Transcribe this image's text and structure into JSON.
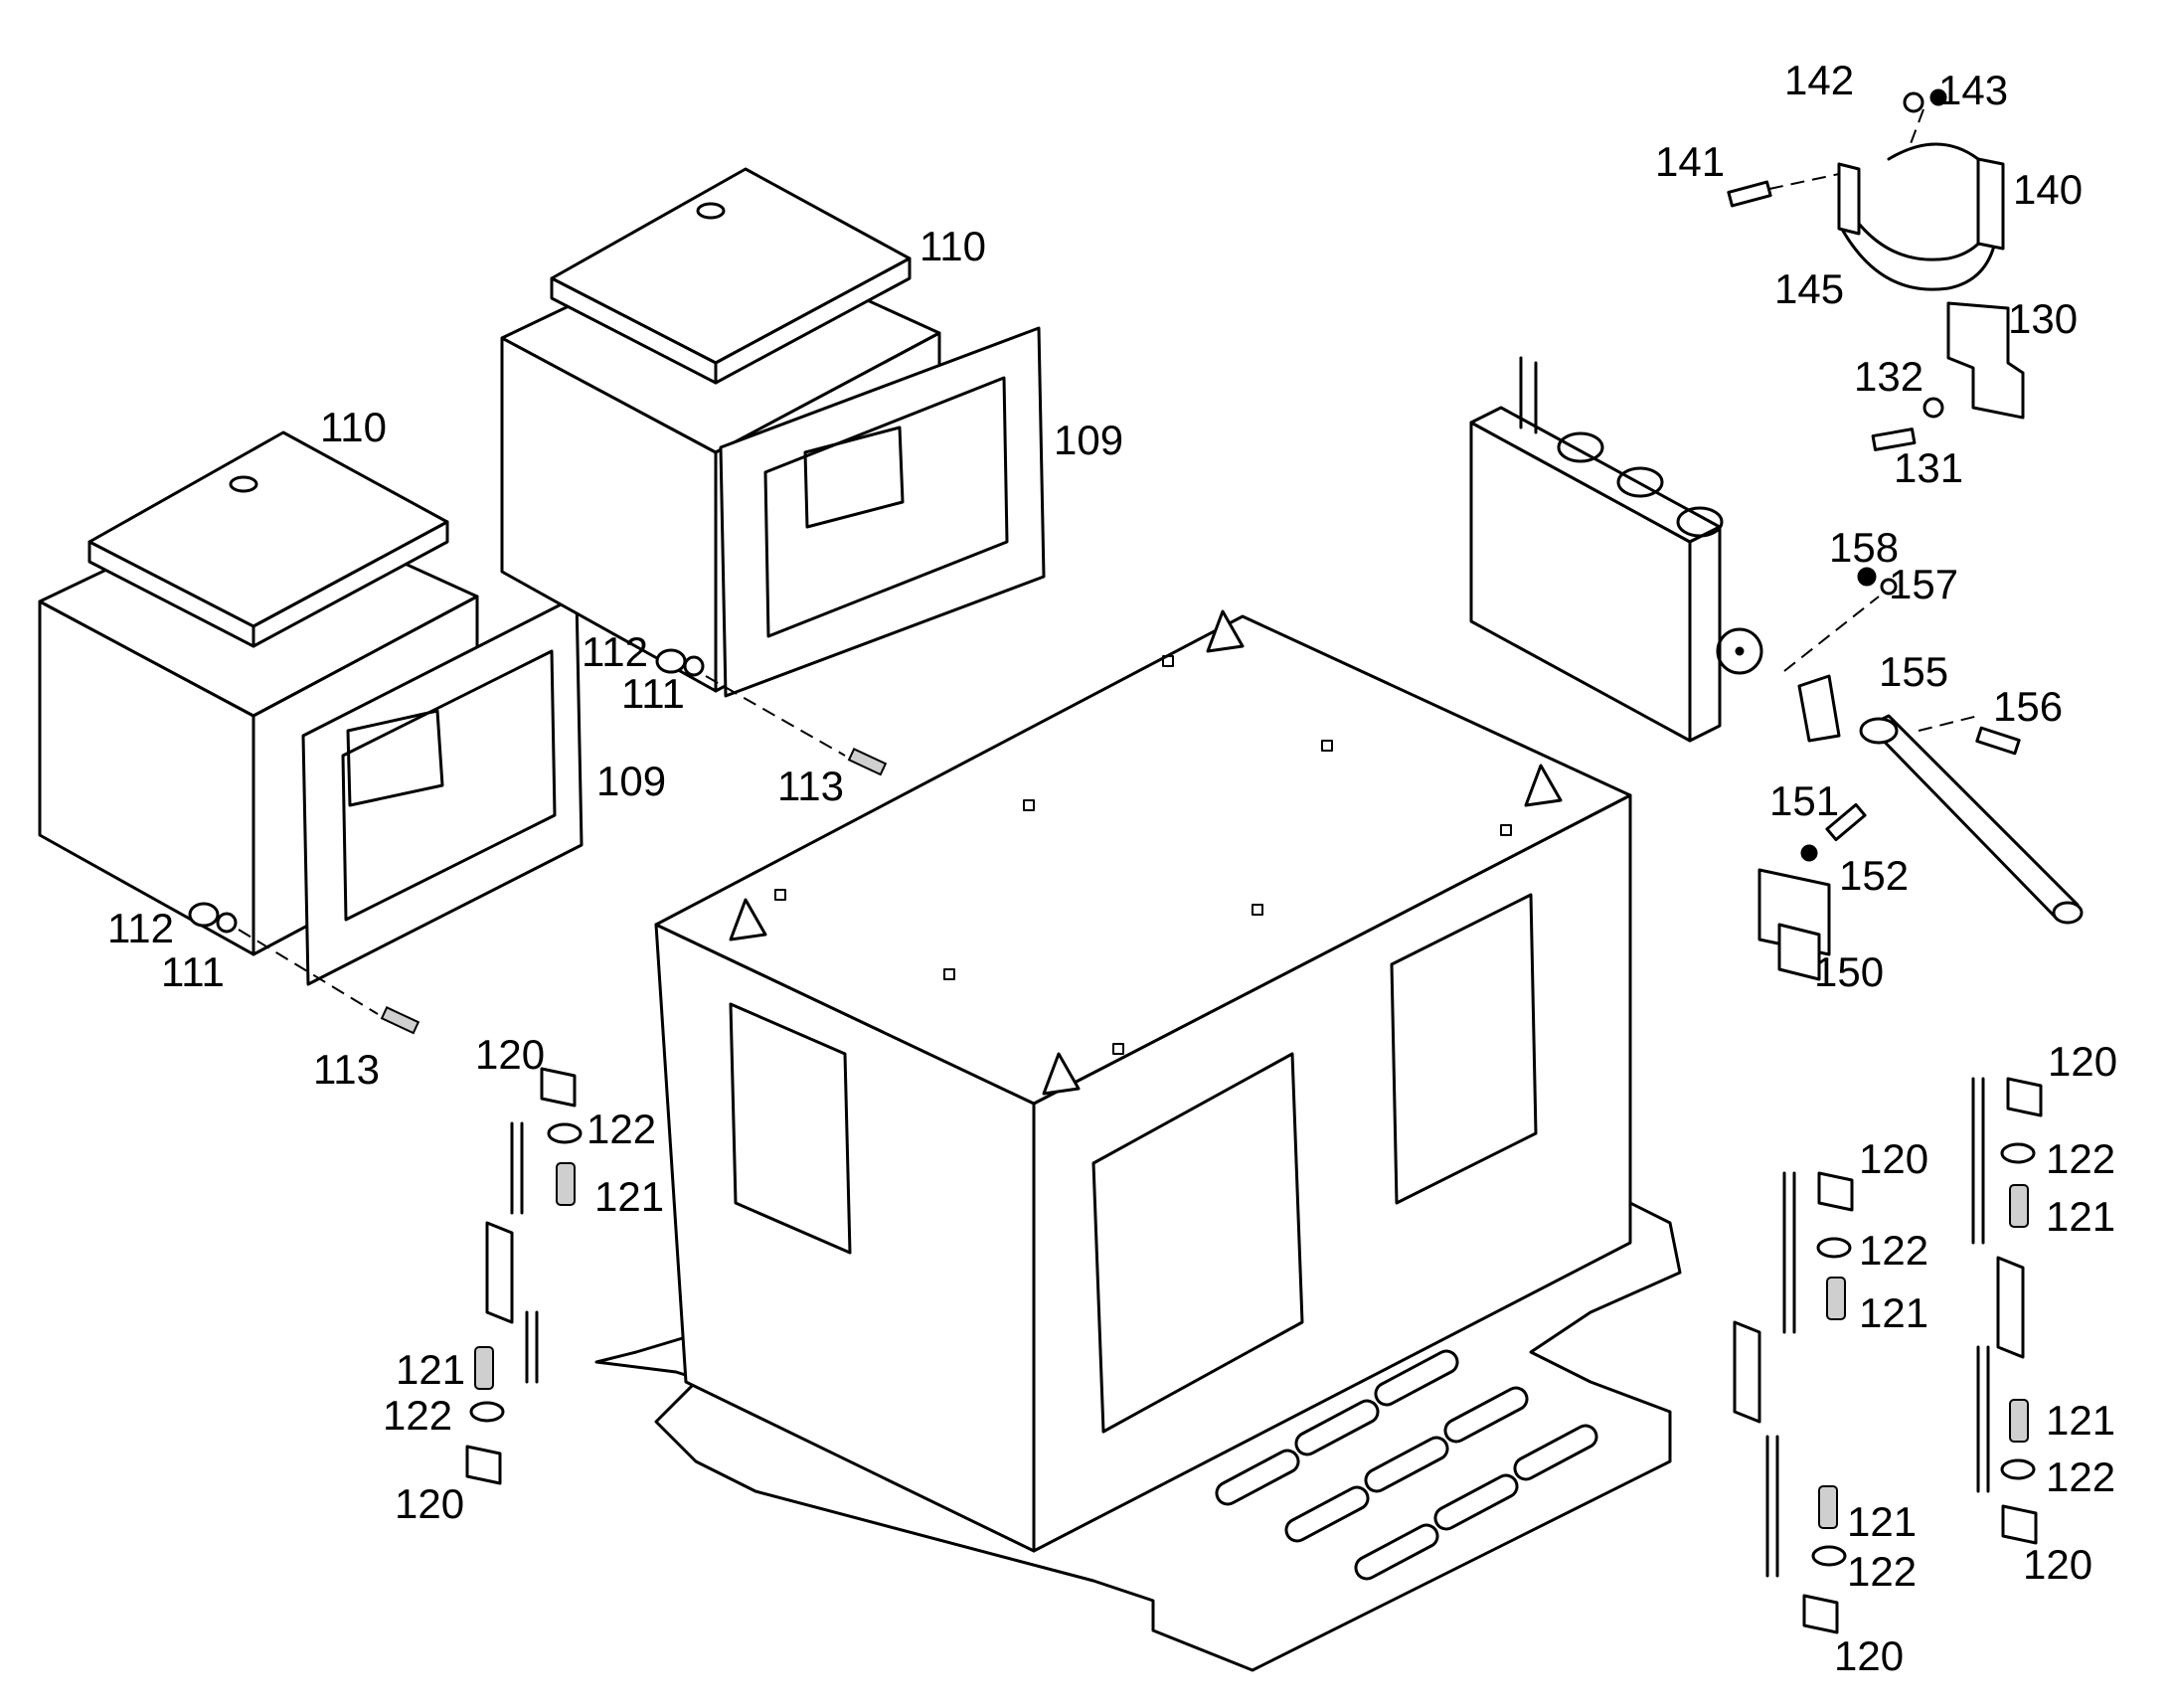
{
  "diagram": {
    "labels": [
      {
        "id": "l110a",
        "text": "110"
      },
      {
        "id": "l110b",
        "text": "110"
      },
      {
        "id": "l109a",
        "text": "109"
      },
      {
        "id": "l109b",
        "text": "109"
      },
      {
        "id": "l112a",
        "text": "112"
      },
      {
        "id": "l111a",
        "text": "111"
      },
      {
        "id": "l113a",
        "text": "113"
      },
      {
        "id": "l112b",
        "text": "112"
      },
      {
        "id": "l111b",
        "text": "111"
      },
      {
        "id": "l113b",
        "text": "113"
      },
      {
        "id": "l142",
        "text": "142"
      },
      {
        "id": "l143",
        "text": "143"
      },
      {
        "id": "l141",
        "text": "141"
      },
      {
        "id": "l140",
        "text": "140"
      },
      {
        "id": "l145",
        "text": "145"
      },
      {
        "id": "l130",
        "text": "130"
      },
      {
        "id": "l132",
        "text": "132"
      },
      {
        "id": "l131",
        "text": "131"
      },
      {
        "id": "l158",
        "text": "158"
      },
      {
        "id": "l157",
        "text": "157"
      },
      {
        "id": "l155",
        "text": "155"
      },
      {
        "id": "l156",
        "text": "156"
      },
      {
        "id": "l151",
        "text": "151"
      },
      {
        "id": "l152",
        "text": "152"
      },
      {
        "id": "l150",
        "text": "150"
      },
      {
        "id": "l120a",
        "text": "120"
      },
      {
        "id": "l122a",
        "text": "122"
      },
      {
        "id": "l121a",
        "text": "121"
      },
      {
        "id": "l121b",
        "text": "121"
      },
      {
        "id": "l122b",
        "text": "122"
      },
      {
        "id": "l120b",
        "text": "120"
      },
      {
        "id": "l120c",
        "text": "120"
      },
      {
        "id": "l122c",
        "text": "122"
      },
      {
        "id": "l121c",
        "text": "121"
      },
      {
        "id": "l121d",
        "text": "121"
      },
      {
        "id": "l122d",
        "text": "122"
      },
      {
        "id": "l120d",
        "text": "120"
      },
      {
        "id": "l120e",
        "text": "120"
      },
      {
        "id": "l122e",
        "text": "122"
      },
      {
        "id": "l121e",
        "text": "121"
      },
      {
        "id": "l121f",
        "text": "121"
      },
      {
        "id": "l122f",
        "text": "122"
      },
      {
        "id": "l120f",
        "text": "120"
      }
    ]
  }
}
